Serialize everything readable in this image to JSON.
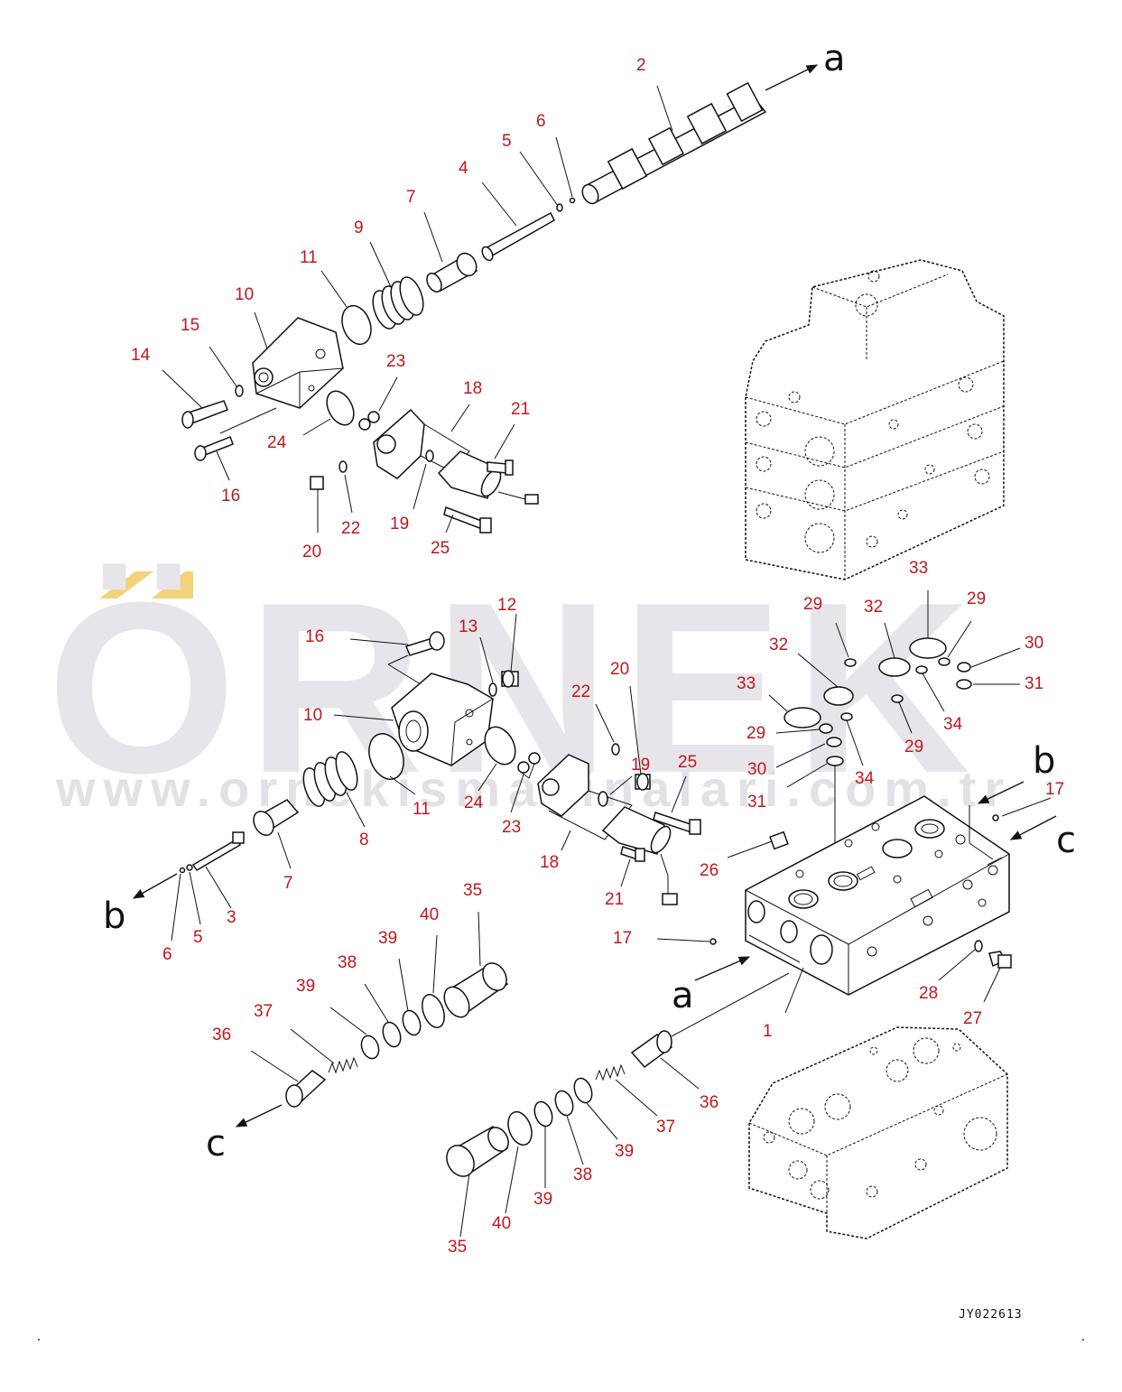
{
  "watermark": {
    "brand": "ÖRNEK",
    "url": "www.ornekismakinalari.com.tr",
    "accent_color": "#f2d27a",
    "text_color": "#e7e5e9"
  },
  "drawing_code": "JY022613",
  "arrow_labels": {
    "a": "a",
    "b": "b",
    "c": "c"
  },
  "label_color": "#c0171c",
  "callouts": {
    "top": [
      "2",
      "6",
      "5",
      "4",
      "7",
      "9",
      "11",
      "10",
      "15",
      "14",
      "23",
      "18",
      "21",
      "24",
      "16",
      "22",
      "19",
      "20",
      "25"
    ],
    "middle": [
      "16",
      "12",
      "13",
      "10",
      "22",
      "20",
      "11",
      "8",
      "7",
      "3",
      "5",
      "6",
      "24",
      "23",
      "19",
      "25",
      "18",
      "21"
    ],
    "right": [
      "33",
      "29",
      "32",
      "29",
      "30",
      "31",
      "32",
      "33",
      "29",
      "34",
      "30",
      "31",
      "29",
      "34",
      "17",
      "26",
      "17",
      "28",
      "27",
      "1"
    ],
    "bottom": [
      "35",
      "40",
      "39",
      "38",
      "39",
      "37",
      "36",
      "36",
      "37",
      "39",
      "38",
      "39",
      "40",
      "35"
    ]
  }
}
